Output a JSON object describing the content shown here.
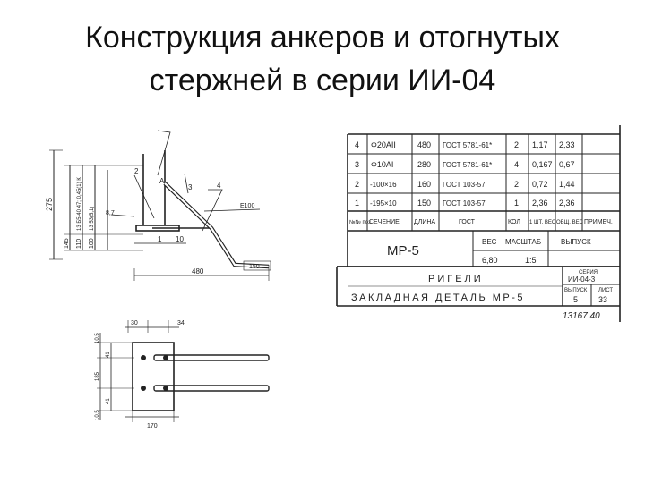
{
  "title": {
    "line1": "Конструкция анкеров и отогнутых",
    "line2": "стержней в серии ИИ-04"
  },
  "drawing": {
    "dims_top": {
      "total_height": "275",
      "width": "480",
      "side_labels": [
        "145",
        "110",
        "100"
      ],
      "vert_labels": [
        "13 Б5 40 47; 0,45(1) К",
        "13 53(5,1)"
      ],
      "leaders": [
        "4",
        "3",
        "2",
        "1",
        "10",
        "A",
        "8,7"
      ],
      "end_mark": "Е100",
      "bottom_mark": "150"
    },
    "dims_bottom": {
      "top_labels": [
        "30",
        "34"
      ],
      "side_labels": [
        "10,5",
        "41",
        "185",
        "41",
        "10,5"
      ],
      "bottom_label": "170"
    }
  },
  "spec_table": {
    "rows": [
      {
        "pos": "4",
        "name": "Ф20АII",
        "length": "480",
        "gost": "ГОСТ 5781-61*",
        "qty": "2",
        "weight": "1,17",
        "total": "2,33"
      },
      {
        "pos": "3",
        "name": "Ф10АI",
        "length": "280",
        "gost": "ГОСТ 5781-61*",
        "qty": "4",
        "weight": "0,167",
        "total": "0,67"
      },
      {
        "pos": "2",
        "name": "-100×16",
        "length": "160",
        "gost": "ГОСТ 103-57",
        "qty": "2",
        "weight": "0,72",
        "total": "1,44"
      },
      {
        "pos": "1",
        "name": "-195×10",
        "length": "150",
        "gost": "ГОСТ 103-57",
        "qty": "1",
        "weight": "2,36",
        "total": "2,36"
      }
    ],
    "header": {
      "pos": "№№ поз.",
      "name": "СЕЧЕНИЕ",
      "length": "ДЛИНА",
      "gost": "ГОСТ",
      "qty": "КОЛ",
      "weight": "1 ШТ. ВЕС",
      "total": "ОБЩ. ВЕС",
      "note": "ПРИМЕЧ."
    },
    "mark_block": {
      "mark": "МР-5",
      "weight_label": "ВЕС",
      "weight_value": "6,80",
      "scale_label": "МАСШТАБ",
      "scale_value": "1:5",
      "issue_label": "ВЫПУСК"
    },
    "title_block": {
      "name_line1": "РИГЕЛИ",
      "name_line2": "ЗАКЛАДНАЯ ДЕТАЛЬ МР-5",
      "series_label": "СЕРИЯ",
      "series_value": "ИИ-04-3",
      "issue_label": "ВЫПУСК",
      "issue_value": "5",
      "sheet_label": "ЛИСТ",
      "sheet_value": "33",
      "doc_number": "13167 40"
    }
  }
}
